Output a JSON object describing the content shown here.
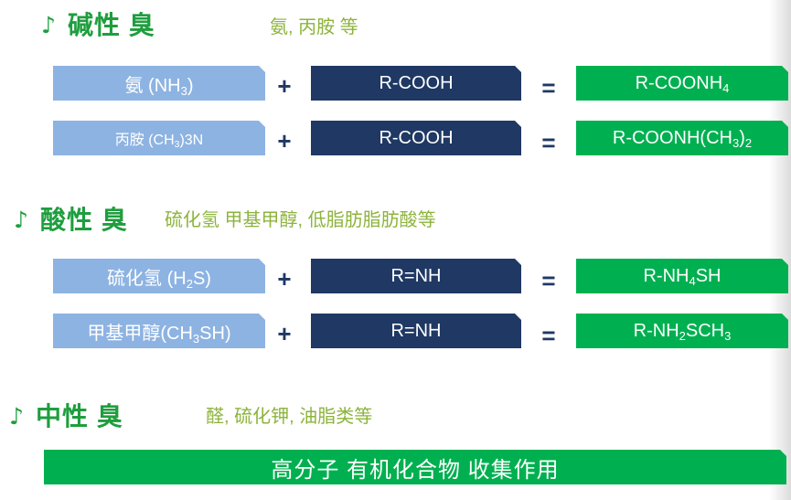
{
  "colors": {
    "header_green": "#1e9e3e",
    "subtitle_olive": "#8db33c",
    "light_blue": "#8db3e2",
    "navy": "#1f3864",
    "green": "#00b050"
  },
  "operators": {
    "plus": "+",
    "equals": "="
  },
  "sections": [
    {
      "bullet": "♪",
      "title": "碱性 臭",
      "subtitle": "氨, 丙胺 等",
      "rows": [
        {
          "left": [
            "氨 (NH",
            "3",
            ")"
          ],
          "middle": "R-COOH",
          "right": [
            "R-COONH",
            "4"
          ]
        },
        {
          "left": [
            "丙胺 (CH",
            "3",
            ")3N"
          ],
          "middle": "R-COOH",
          "right": [
            "R-COONH(CH",
            "3",
            ")",
            "2"
          ]
        }
      ]
    },
    {
      "bullet": "♪",
      "title": "酸性 臭",
      "subtitle": "硫化氢 甲基甲醇, 低脂肪脂肪酸等",
      "rows": [
        {
          "left": [
            "硫化氢 (H",
            "2",
            "S)"
          ],
          "middle": "R=NH",
          "right": [
            "R-NH",
            "4",
            "SH"
          ]
        },
        {
          "left": [
            "甲基甲醇(CH",
            "3",
            "SH)"
          ],
          "middle": "R=NH",
          "right": [
            "R-NH",
            "2",
            "SCH",
            "3"
          ]
        }
      ]
    },
    {
      "bullet": "♪",
      "title": "中性 臭",
      "subtitle": "醛, 硫化钾, 油脂类等",
      "banner": "高分子 有机化合物 收集作用"
    }
  ]
}
